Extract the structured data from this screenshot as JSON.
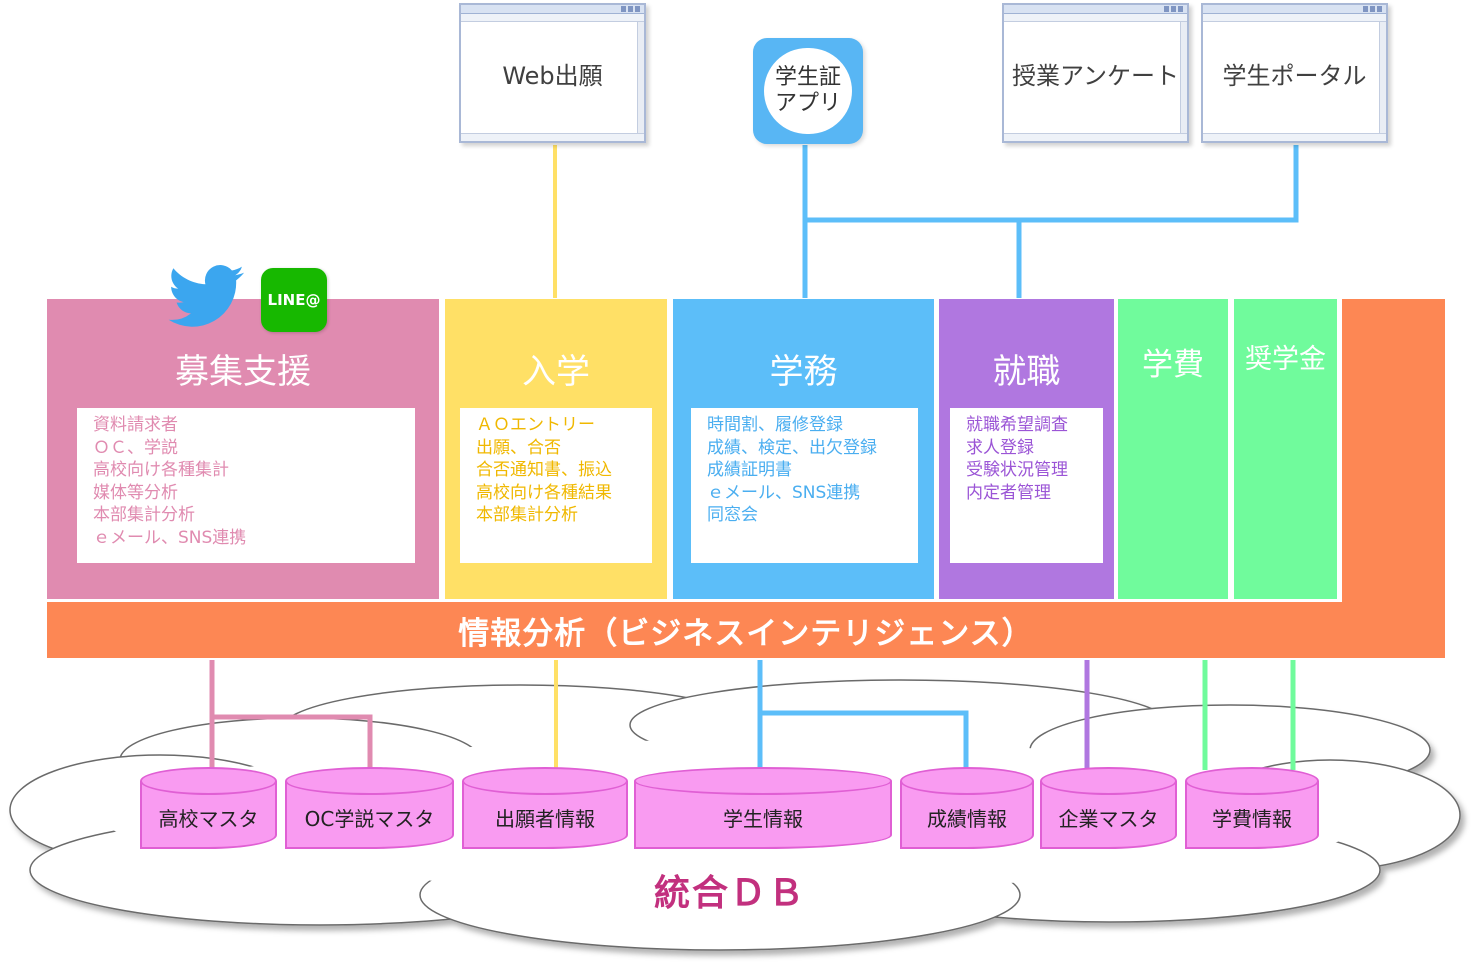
{
  "top_apps": {
    "web_apply": "Web出願",
    "student_id_app": "学生証\nアプリ",
    "class_survey": "授業アンケート",
    "student_portal": "学生ポータル"
  },
  "social": {
    "line_label": "LINE@"
  },
  "modules": {
    "recruit": {
      "title": "募集支援",
      "items": [
        "資料請求者",
        "ＯＣ、学説",
        "高校向け各種集計",
        "媒体等分析",
        "本部集計分析",
        "ｅメール、SNS連携"
      ]
    },
    "admission": {
      "title": "入学",
      "items": [
        "ＡＯエントリー",
        "出願、合否",
        "合否通知書、振込",
        "高校向け各種結果",
        "本部集計分析"
      ]
    },
    "academic": {
      "title": "学務",
      "items": [
        "時間割、履修登録",
        "成績、検定、出欠登録",
        "成績証明書",
        "ｅメール、SNS連携",
        "同窓会"
      ]
    },
    "career": {
      "title": "就職",
      "items": [
        "就職希望調査",
        "求人登録",
        "受験状況管理",
        "内定者管理"
      ]
    },
    "fees": {
      "title": "学費"
    },
    "scholarship": {
      "title": "奨学金"
    }
  },
  "bi_bar": "情報分析（ビジネスインテリジェンス）",
  "databases": [
    "高校マスタ",
    "OC学説マスタ",
    "出願者情報",
    "学生情報",
    "成績情報",
    "企業マスタ",
    "学費情報"
  ],
  "db_title": "統合ＤＢ",
  "colors": {
    "recruit": "#e08bb0",
    "admission": "#ffe066",
    "academic": "#5cbef9",
    "career": "#b077e0",
    "fees": "#70fb9c",
    "bi": "#fd8754",
    "db": "#f99bf1",
    "db_title": "#c2307e"
  }
}
